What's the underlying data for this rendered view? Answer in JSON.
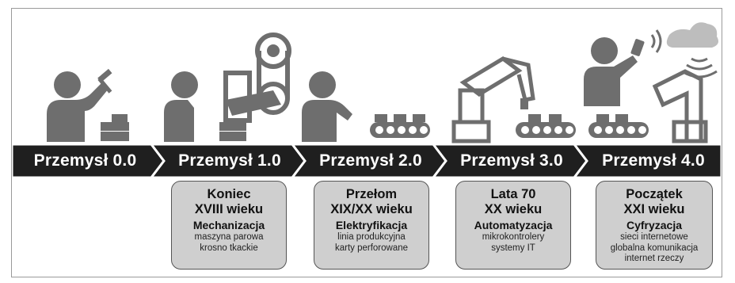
{
  "stages": [
    {
      "label": "Przemysł 0.0"
    },
    {
      "label": "Przemysł 1.0",
      "title": "Koniec",
      "subtitle": "XVIII wieku",
      "theme": "Mechanizacja",
      "details": [
        "maszyna parowa",
        "krosno tkackie"
      ]
    },
    {
      "label": "Przemysł 2.0",
      "title": "Przełom",
      "subtitle": "XIX/XX wieku",
      "theme": "Elektryfikacja",
      "details": [
        "linia produkcyjna",
        "karty perforowane"
      ]
    },
    {
      "label": "Przemysł 3.0",
      "title": "Lata 70",
      "subtitle": "XX wieku",
      "theme": "Automatyzacja",
      "details": [
        "mikrokontrolery",
        "systemy IT"
      ]
    },
    {
      "label": "Przemysł 4.0",
      "title": "Początek",
      "subtitle": "XXI wieku",
      "theme": "Cyfryzacja",
      "details": [
        "sieci internetowe",
        "globalna komunikacja",
        "internet rzeczy"
      ]
    }
  ],
  "icons": [
    "worker-hammer-icon",
    "steam-machine-icon",
    "conveyor-belt-icon",
    "robot-arm-icon",
    "cloud-iot-icon"
  ],
  "colors": {
    "banner": "#1f1f1f",
    "box": "#cfcfcf",
    "illustration": "#6e6e6e"
  }
}
